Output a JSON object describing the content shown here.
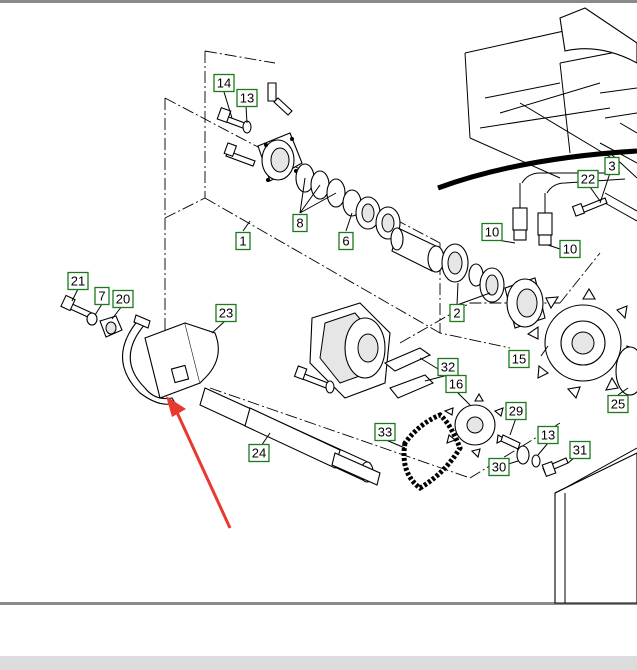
{
  "diagram": {
    "callouts": [
      "14",
      "13",
      "8",
      "1",
      "6",
      "10",
      "10",
      "2",
      "22",
      "3",
      "21",
      "7",
      "20",
      "23",
      "15",
      "25",
      "32",
      "16",
      "33",
      "29",
      "13",
      "31",
      "30",
      "24"
    ],
    "arrow_color": "#e8382f",
    "callout_border_color": "#1b7a1b"
  }
}
